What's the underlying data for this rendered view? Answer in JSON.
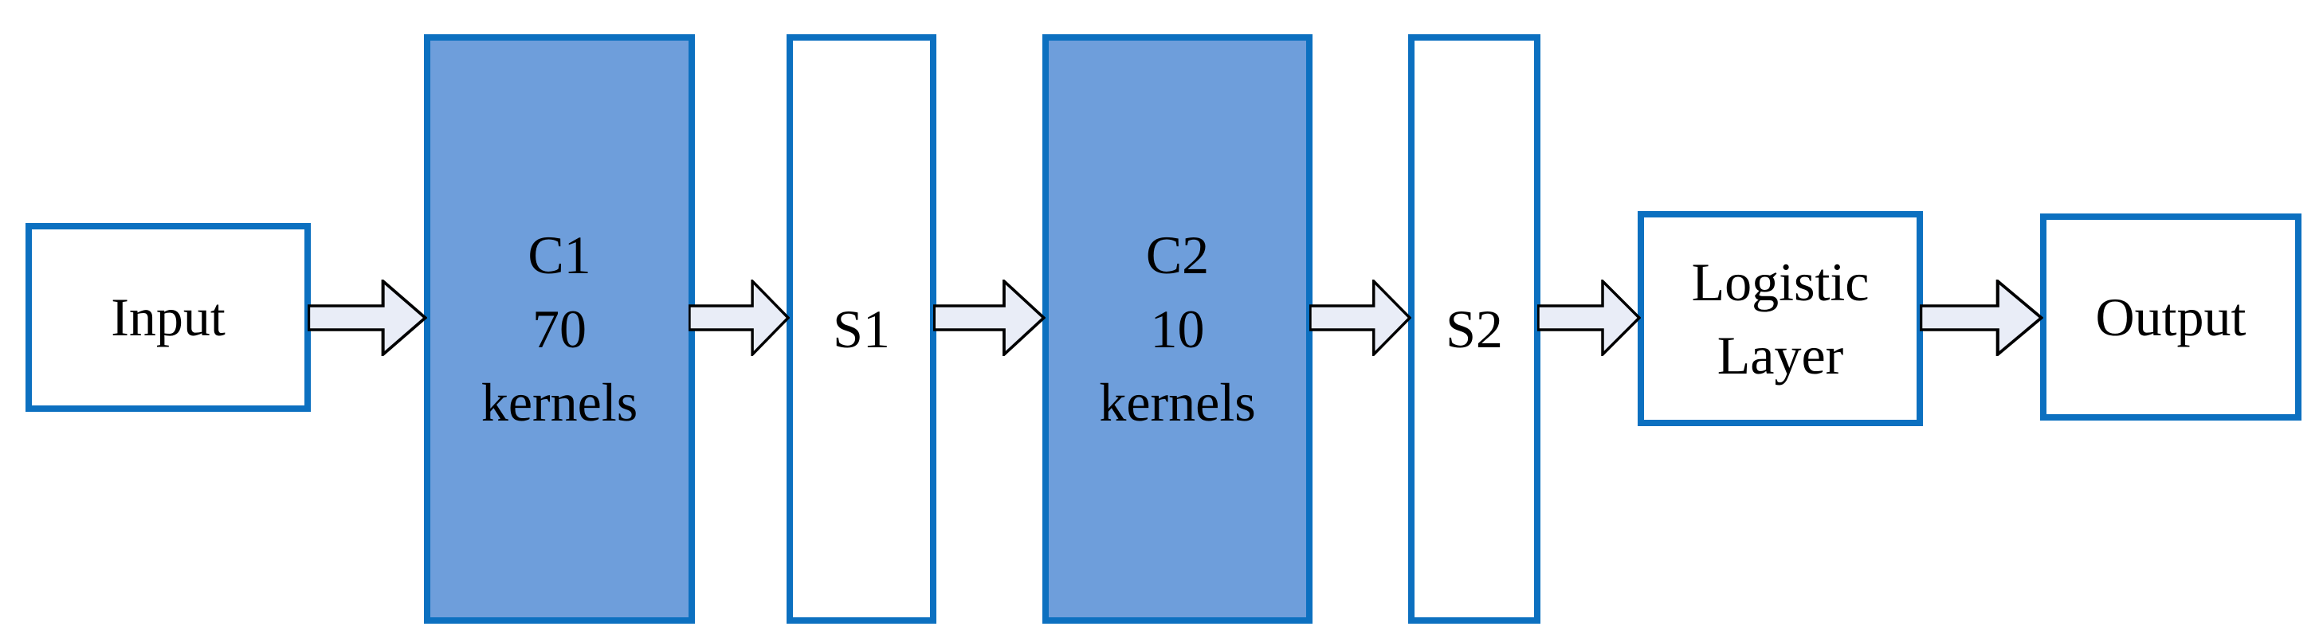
{
  "diagram": {
    "type": "flowchart",
    "description": "CNN architecture pipeline, left to right",
    "nodes": [
      {
        "id": "input",
        "kind": "plain",
        "lines": [
          "Input"
        ]
      },
      {
        "id": "c1",
        "kind": "conv",
        "lines": [
          "C1",
          "70",
          "kernels"
        ]
      },
      {
        "id": "s1",
        "kind": "plain",
        "lines": [
          "S1"
        ]
      },
      {
        "id": "c2",
        "kind": "conv",
        "lines": [
          "C2",
          "10",
          "kernels"
        ]
      },
      {
        "id": "s2",
        "kind": "plain",
        "lines": [
          "S2"
        ]
      },
      {
        "id": "logistic",
        "kind": "plain",
        "lines": [
          "Logistic",
          "Layer"
        ]
      },
      {
        "id": "output",
        "kind": "plain",
        "lines": [
          "Output"
        ]
      }
    ],
    "edges": [
      {
        "from": "Input",
        "to": "C1"
      },
      {
        "from": "C1",
        "to": "S1"
      },
      {
        "from": "S1",
        "to": "C2"
      },
      {
        "from": "C2",
        "to": "S2"
      },
      {
        "from": "S2",
        "to": "Logistic Layer"
      },
      {
        "from": "Logistic Layer",
        "to": "Output"
      }
    ]
  },
  "colors": {
    "bg": "#ffffff",
    "box-border": "#0c70c0",
    "conv-fill": "#6e9edb",
    "arrow-fill": "#e9edf7",
    "arrow-stroke": "#000000",
    "text": "#000000"
  }
}
